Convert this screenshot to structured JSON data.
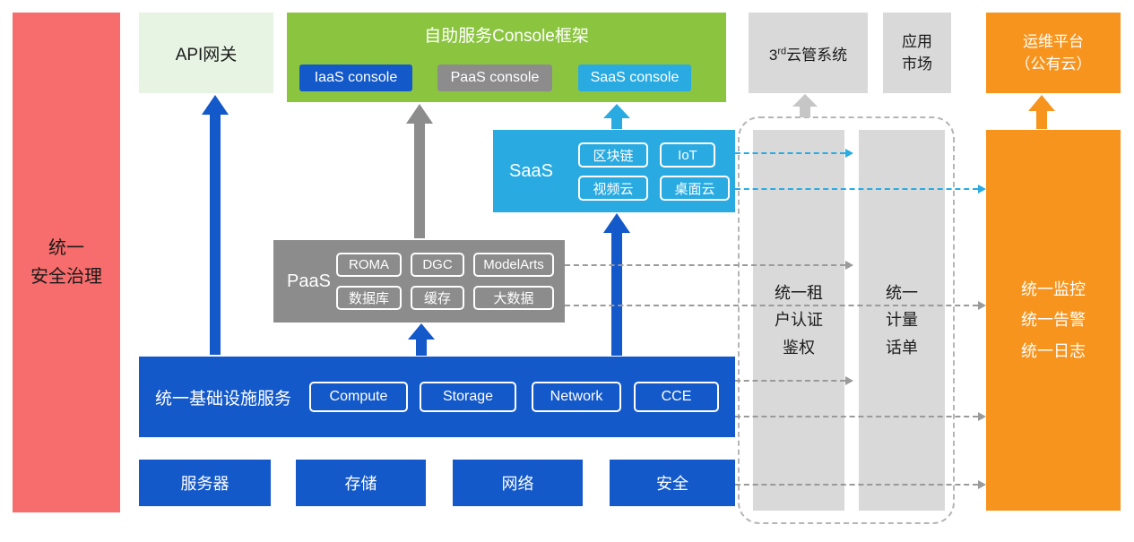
{
  "security_bar": {
    "label": "统一\n安全治理"
  },
  "api_gateway": {
    "label": "API网关"
  },
  "console_frame": {
    "title": "自助服务Console框架",
    "iaas_console": "IaaS console",
    "paas_console": "PaaS console",
    "saas_console": "SaaS console"
  },
  "third_party_cloud": {
    "base": "3",
    "sup": "rd",
    "rest": "云管系统"
  },
  "app_market": {
    "label": "应用\n市场"
  },
  "om_platform": {
    "label": "运维平台\n（公有云）"
  },
  "saas_block": {
    "label": "SaaS",
    "items": [
      "区块链",
      "IoT",
      "视频云",
      "桌面云"
    ]
  },
  "paas_block": {
    "label": "PaaS",
    "items": [
      "ROMA",
      "DGC",
      "ModelArts",
      "数据库",
      "缓存",
      "大数据"
    ]
  },
  "infra_block": {
    "label": "统一基础设施服务",
    "items": [
      "Compute",
      "Storage",
      "Network",
      "CCE"
    ]
  },
  "hardware_row": {
    "items": [
      "服务器",
      "存储",
      "网络",
      "安全"
    ]
  },
  "auth_bar": {
    "label": "统一租\n户认证\n鉴权"
  },
  "metering_bar": {
    "label": "统一\n计量\n话单"
  },
  "monitor_bar": {
    "label": "统一监控\n统一告警\n统一日志"
  },
  "colors": {
    "red": "#F76C6C",
    "light_green": "#E7F4E3",
    "green": "#8BC53F",
    "blue": "#1459C9",
    "gray": "#8C8C8C",
    "light_gray": "#D9D9D9",
    "cyan": "#29ABE2",
    "orange": "#F7941E"
  }
}
